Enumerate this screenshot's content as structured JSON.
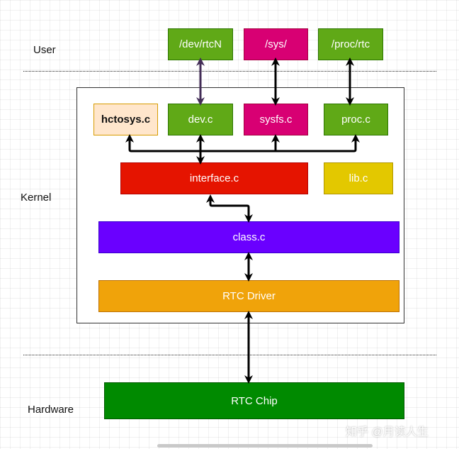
{
  "layers": {
    "user": "User",
    "kernel": "Kernel",
    "hardware": "Hardware"
  },
  "user_nodes": {
    "dev_rtcn": {
      "label": "/dev/rtcN",
      "color": "#60a917"
    },
    "sys": {
      "label": "/sys/",
      "color": "#d80073"
    },
    "proc_rtc": {
      "label": "/proc/rtc",
      "color": "#60a917"
    }
  },
  "kernel_nodes": {
    "hctosys": {
      "label": "hctosys.c",
      "color": "#ffe6cc"
    },
    "dev": {
      "label": "dev.c",
      "color": "#60a917"
    },
    "sysfs": {
      "label": "sysfs.c",
      "color": "#d80073"
    },
    "proc": {
      "label": "proc.c",
      "color": "#60a917"
    },
    "interface": {
      "label": "interface.c",
      "color": "#e51400"
    },
    "lib": {
      "label": "lib.c",
      "color": "#e3c800"
    },
    "class": {
      "label": "class.c",
      "color": "#6a00ff"
    },
    "rtc_driver": {
      "label": "RTC Driver",
      "color": "#f0a30a"
    }
  },
  "hardware_nodes": {
    "rtc_chip": {
      "label": "RTC Chip",
      "color": "#008a00"
    }
  },
  "watermark": "知乎 @月读人生"
}
